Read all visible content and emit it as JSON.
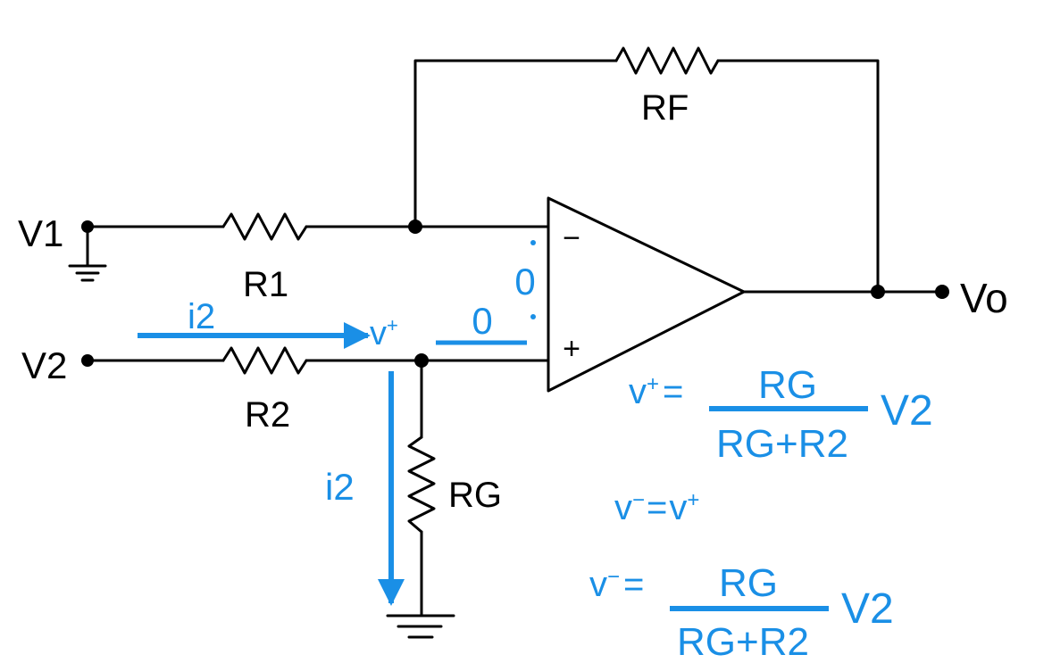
{
  "circuit": {
    "inputs": {
      "v1": "V1",
      "v2": "V2"
    },
    "output": "Vo",
    "resistors": {
      "r1": "R1",
      "r2": "R2",
      "rf": "RF",
      "rg": "RG"
    },
    "opamp": {
      "inverting": "−",
      "non_inverting": "+"
    }
  },
  "annotations": {
    "current_label_horizontal": "i2",
    "current_label_vertical": "i2",
    "node_label_main": "v",
    "node_label_sup": "+",
    "zero_horizontal": "0",
    "zero_vertical": "0"
  },
  "equations": {
    "eq1": {
      "lhs_main": "v",
      "lhs_sup": "+",
      "equals": "=",
      "numerator": "RG",
      "denominator": "RG+R2",
      "factor": "V2"
    },
    "eq2": {
      "lhs_main": "v",
      "lhs_sup": "−",
      "equals": "=",
      "rhs_main": "v",
      "rhs_sup": "+"
    },
    "eq3": {
      "lhs_main": "v",
      "lhs_sup": "−",
      "equals": "=",
      "numerator": "RG",
      "denominator": "RG+R2",
      "factor": "V2"
    }
  },
  "colors": {
    "annotation": "#1a8fe6",
    "wire": "#000000"
  }
}
